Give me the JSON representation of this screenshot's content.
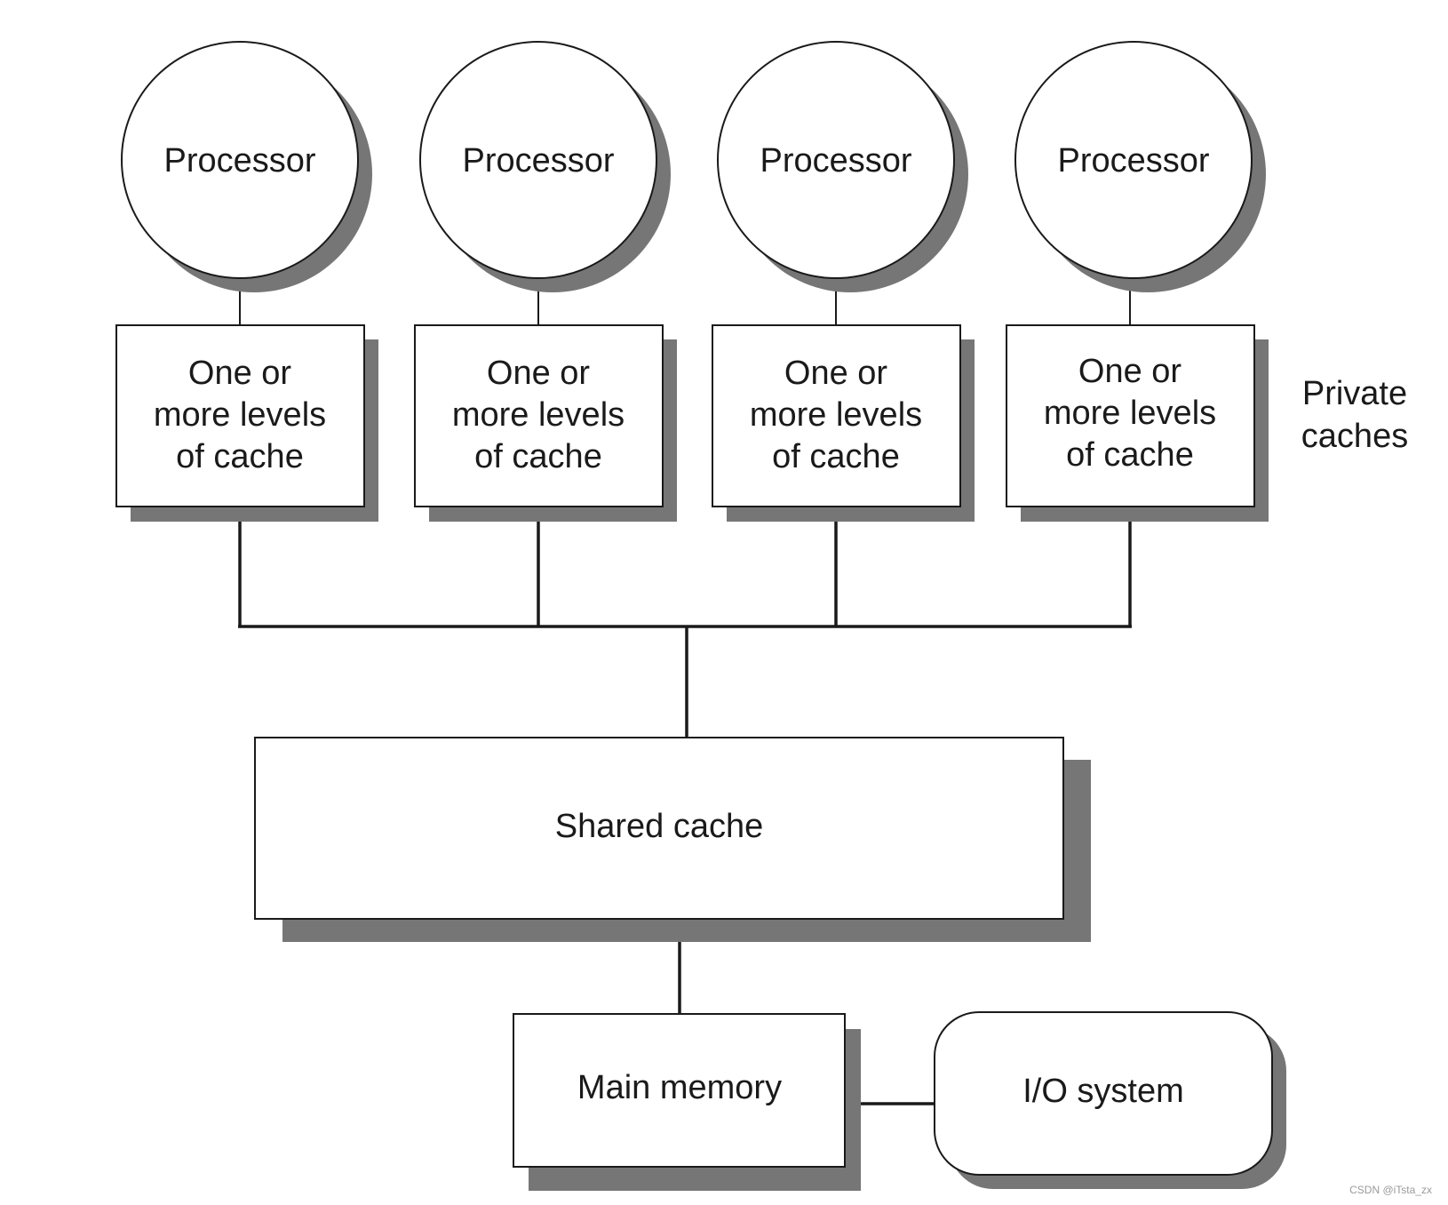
{
  "processors": [
    {
      "label": "Processor",
      "cache_lines": [
        "One or",
        "more levels",
        "of cache"
      ]
    },
    {
      "label": "Processor",
      "cache_lines": [
        "One or",
        "more levels",
        "of cache"
      ]
    },
    {
      "label": "Processor",
      "cache_lines": [
        "One or",
        "more levels",
        "of cache"
      ]
    },
    {
      "label": "Processor",
      "cache_lines": [
        "One or",
        "more levels",
        "of cache"
      ]
    }
  ],
  "private_caches_label": [
    "Private",
    "caches"
  ],
  "shared_cache_label": "Shared cache",
  "main_memory_label": "Main memory",
  "io_system_label": "I/O system",
  "watermark": "CSDN @iTsta_zx",
  "colors": {
    "shadow": "#767676",
    "stroke": "#1a1a1a",
    "fill": "#ffffff"
  }
}
